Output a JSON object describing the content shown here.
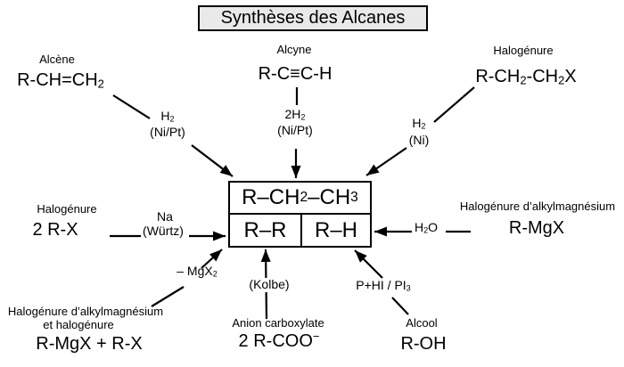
{
  "title": "Synthèses des Alcanes",
  "product_box": {
    "main": [
      [
        "R–CH",
        ""
      ],
      [
        "2",
        "sub"
      ],
      [
        "–CH",
        ""
      ],
      [
        "3",
        "sub"
      ]
    ],
    "rr": [
      [
        "R–R",
        ""
      ]
    ],
    "rh": [
      [
        "R–H",
        ""
      ]
    ]
  },
  "reactants": {
    "alkene": {
      "category": "Alcène",
      "formula": [
        [
          "R-CH=CH",
          ""
        ],
        [
          "2",
          "sub"
        ]
      ]
    },
    "alkyne": {
      "category": "Alcyne",
      "formula": [
        [
          "R-C≡C-H",
          ""
        ]
      ]
    },
    "halide_top": {
      "category": "Halogénure",
      "formula": [
        [
          "R-CH",
          ""
        ],
        [
          "2",
          "sub"
        ],
        [
          "-CH",
          ""
        ],
        [
          "2",
          "sub"
        ],
        [
          "X",
          ""
        ]
      ]
    },
    "halide_left": {
      "category": "Halogénure",
      "formula": [
        [
          "2 R-X",
          ""
        ]
      ]
    },
    "grignard_right": {
      "category": "Halogénure d’alkylmagnésium",
      "formula": [
        [
          "R-MgX",
          ""
        ]
      ]
    },
    "grignard_bottom": {
      "category_line1": "Halogénure d’alkylmagnésium",
      "category_line2": "et halogénure",
      "formula": [
        [
          "R-MgX + R-X",
          ""
        ]
      ]
    },
    "carboxylate": {
      "category": "Anion carboxylate",
      "formula": [
        [
          "2 R-COO",
          ""
        ],
        [
          "−",
          "sup"
        ]
      ]
    },
    "alcohol": {
      "category": "Alcool",
      "formula": [
        [
          "R-OH",
          ""
        ]
      ]
    }
  },
  "conditions": {
    "alkene_h2": [
      [
        "H",
        ""
      ],
      [
        "2",
        "sub"
      ]
    ],
    "alkene_cat": [
      [
        "(Ni/Pt)",
        ""
      ]
    ],
    "alkyne_h2": [
      [
        "2H",
        ""
      ],
      [
        "2",
        "sub"
      ]
    ],
    "alkyne_cat": [
      [
        "(Ni/Pt)",
        ""
      ]
    ],
    "halide_h2": [
      [
        "H",
        ""
      ],
      [
        "2",
        "sub"
      ]
    ],
    "halide_cat": [
      [
        "(Ni)",
        ""
      ]
    ],
    "wurtz_na": [
      [
        "Na",
        ""
      ]
    ],
    "wurtz_name": [
      [
        "(Würtz)",
        ""
      ]
    ],
    "h2o": [
      [
        "H",
        ""
      ],
      [
        "2",
        "sub"
      ],
      [
        "O",
        ""
      ]
    ],
    "mgx2": [
      [
        "– MgX",
        ""
      ],
      [
        "2",
        "sub"
      ]
    ],
    "kolbe": [
      [
        "(Kolbe)",
        ""
      ]
    ],
    "phi": [
      [
        "P+HI / PI",
        ""
      ],
      [
        "3",
        "sub"
      ]
    ]
  }
}
